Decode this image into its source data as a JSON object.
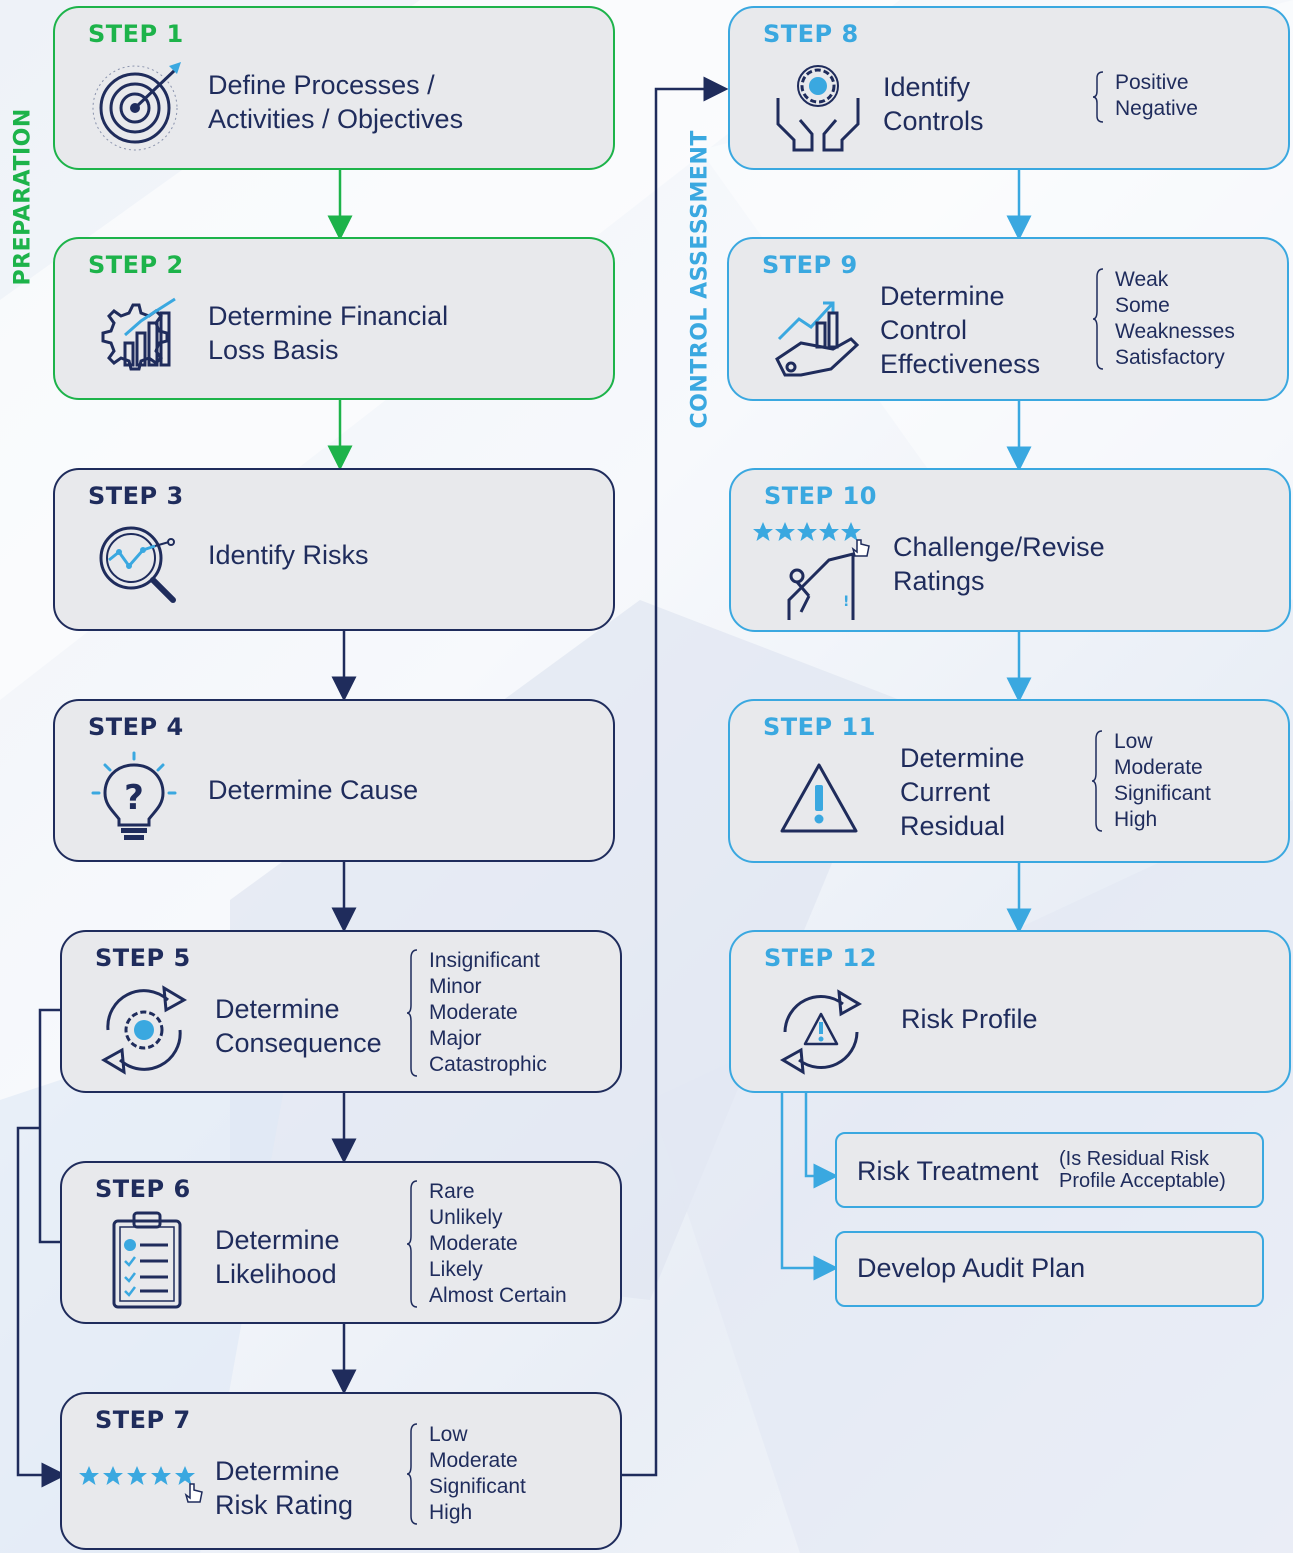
{
  "phases": {
    "preparation": "PREPARATION",
    "control_assessment": "CONTROL ASSESSMENT"
  },
  "steps": [
    {
      "label": "STEP 1",
      "title": [
        "Define Processes /",
        "Activities / Objectives"
      ],
      "options": []
    },
    {
      "label": "STEP 2",
      "title": [
        "Determine Financial",
        "Loss Basis"
      ],
      "options": []
    },
    {
      "label": "STEP 3",
      "title": [
        "Identify Risks"
      ],
      "options": []
    },
    {
      "label": "STEP 4",
      "title": [
        "Determine Cause"
      ],
      "options": []
    },
    {
      "label": "STEP 5",
      "title": [
        "Determine",
        "Consequence"
      ],
      "options": [
        "Insignificant",
        "Minor",
        "Moderate",
        "Major",
        "Catastrophic"
      ]
    },
    {
      "label": "STEP 6",
      "title": [
        "Determine",
        "Likelihood"
      ],
      "options": [
        "Rare",
        "Unlikely",
        "Moderate",
        "Likely",
        "Almost Certain"
      ]
    },
    {
      "label": "STEP 7",
      "title": [
        "Determine",
        "Risk Rating"
      ],
      "options": [
        "Low",
        "Moderate",
        "Significant",
        "High"
      ]
    },
    {
      "label": "STEP  8",
      "title": [
        "Identify",
        "Controls"
      ],
      "options": [
        "Positive",
        "Negative"
      ]
    },
    {
      "label": "STEP  9",
      "title": [
        "Determine",
        "Control",
        "Effectiveness"
      ],
      "options": [
        "Weak",
        "Some",
        "Weaknesses",
        "Satisfactory"
      ]
    },
    {
      "label": "STEP  10",
      "title": [
        "Challenge/Revise",
        "Ratings"
      ],
      "options": []
    },
    {
      "label": "STEP  11",
      "title": [
        "Determine",
        "Current",
        "Residual"
      ],
      "options": [
        "Low",
        "Moderate",
        "Significant",
        "High"
      ]
    },
    {
      "label": "STEP  12",
      "title": [
        "Risk Profile"
      ],
      "options": []
    }
  ],
  "outcomes": {
    "risk_treatment": "Risk Treatment",
    "risk_treatment_note": [
      "(Is Residual Risk",
      "Profile Acceptable)"
    ],
    "audit_plan": "Develop Audit Plan"
  },
  "colors": {
    "green": "#1db34a",
    "navy": "#1f2c5c",
    "blue": "#3aa8e0",
    "box_fill": "#e8e9ec"
  },
  "icons": [
    "target-icon",
    "gear-chart-icon",
    "magnifier-chart-icon",
    "lightbulb-question-icon",
    "cycle-gear-icon",
    "checklist-clipboard-icon",
    "star-rating-icon",
    "hands-gear-icon",
    "hand-growth-chart-icon",
    "climbing-stars-icon",
    "warning-triangle-icon",
    "cycle-warning-icon"
  ]
}
